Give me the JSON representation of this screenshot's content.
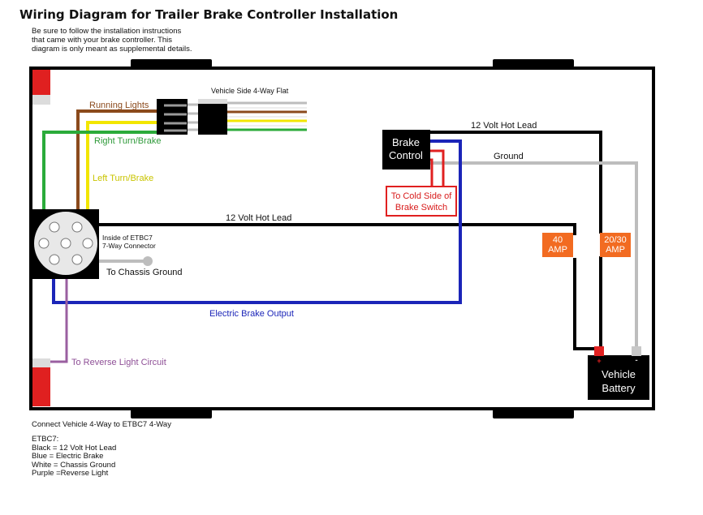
{
  "title": "Wiring Diagram for Trailer Brake Controller Installation",
  "intro_lines": [
    "Be sure to follow the installation instructions",
    "that came with your brake controller. This",
    "diagram is only meant as supplemental details."
  ],
  "labels": {
    "vehicle_side_flat": "Vehicle Side 4-Way Flat",
    "running_lights": "Running Lights",
    "right_turn": "Right Turn/Brake",
    "left_turn": "Left Turn/Brake",
    "hot_lead_top": "12 Volt Hot Lead",
    "hot_lead_mid": "12 Volt Hot Lead",
    "ground": "Ground",
    "brake_control_line1": "Brake",
    "brake_control_line2": "Control",
    "cold_side_line1": "To Cold Side of",
    "cold_side_line2": "Brake Switch",
    "connector_line1": "Inside of ETBC7",
    "connector_line2": "7-Way Connector",
    "chassis_ground": "To Chassis Ground",
    "electric_brake_output": "Electric Brake Output",
    "fuse_40_line1": "40",
    "fuse_40_line2": "AMP",
    "fuse_2030_line1": "20/30",
    "fuse_2030_line2": "AMP",
    "reverse_light": "To Reverse Light Circuit",
    "battery_line1": "Vehicle",
    "battery_line2": "Battery",
    "battery_plus": "+",
    "battery_minus": "-"
  },
  "footer": "Connect Vehicle 4-Way to ETBC7 4-Way",
  "legend": [
    "ETBC7:",
    "Black = 12 Volt Hot Lead",
    "Blue = Electric Brake",
    "White = Chassis Ground",
    "Purple =Reverse Light"
  ],
  "colors": {
    "brown": "#8b4a1c",
    "yellow": "#f2e600",
    "green": "#2bab3a",
    "black": "#000000",
    "blue": "#1b25b8",
    "grey": "#bdbdbd",
    "purple": "#9a5fa0",
    "red": "#e02020",
    "orange": "#f26b21",
    "text_green": "#2f9a3a",
    "text_yellow": "#c9c400",
    "text_brown": "#8b4a1c",
    "text_purple": "#8e4f96",
    "text_blue": "#1b25b8",
    "text_red": "#d81b1b"
  }
}
